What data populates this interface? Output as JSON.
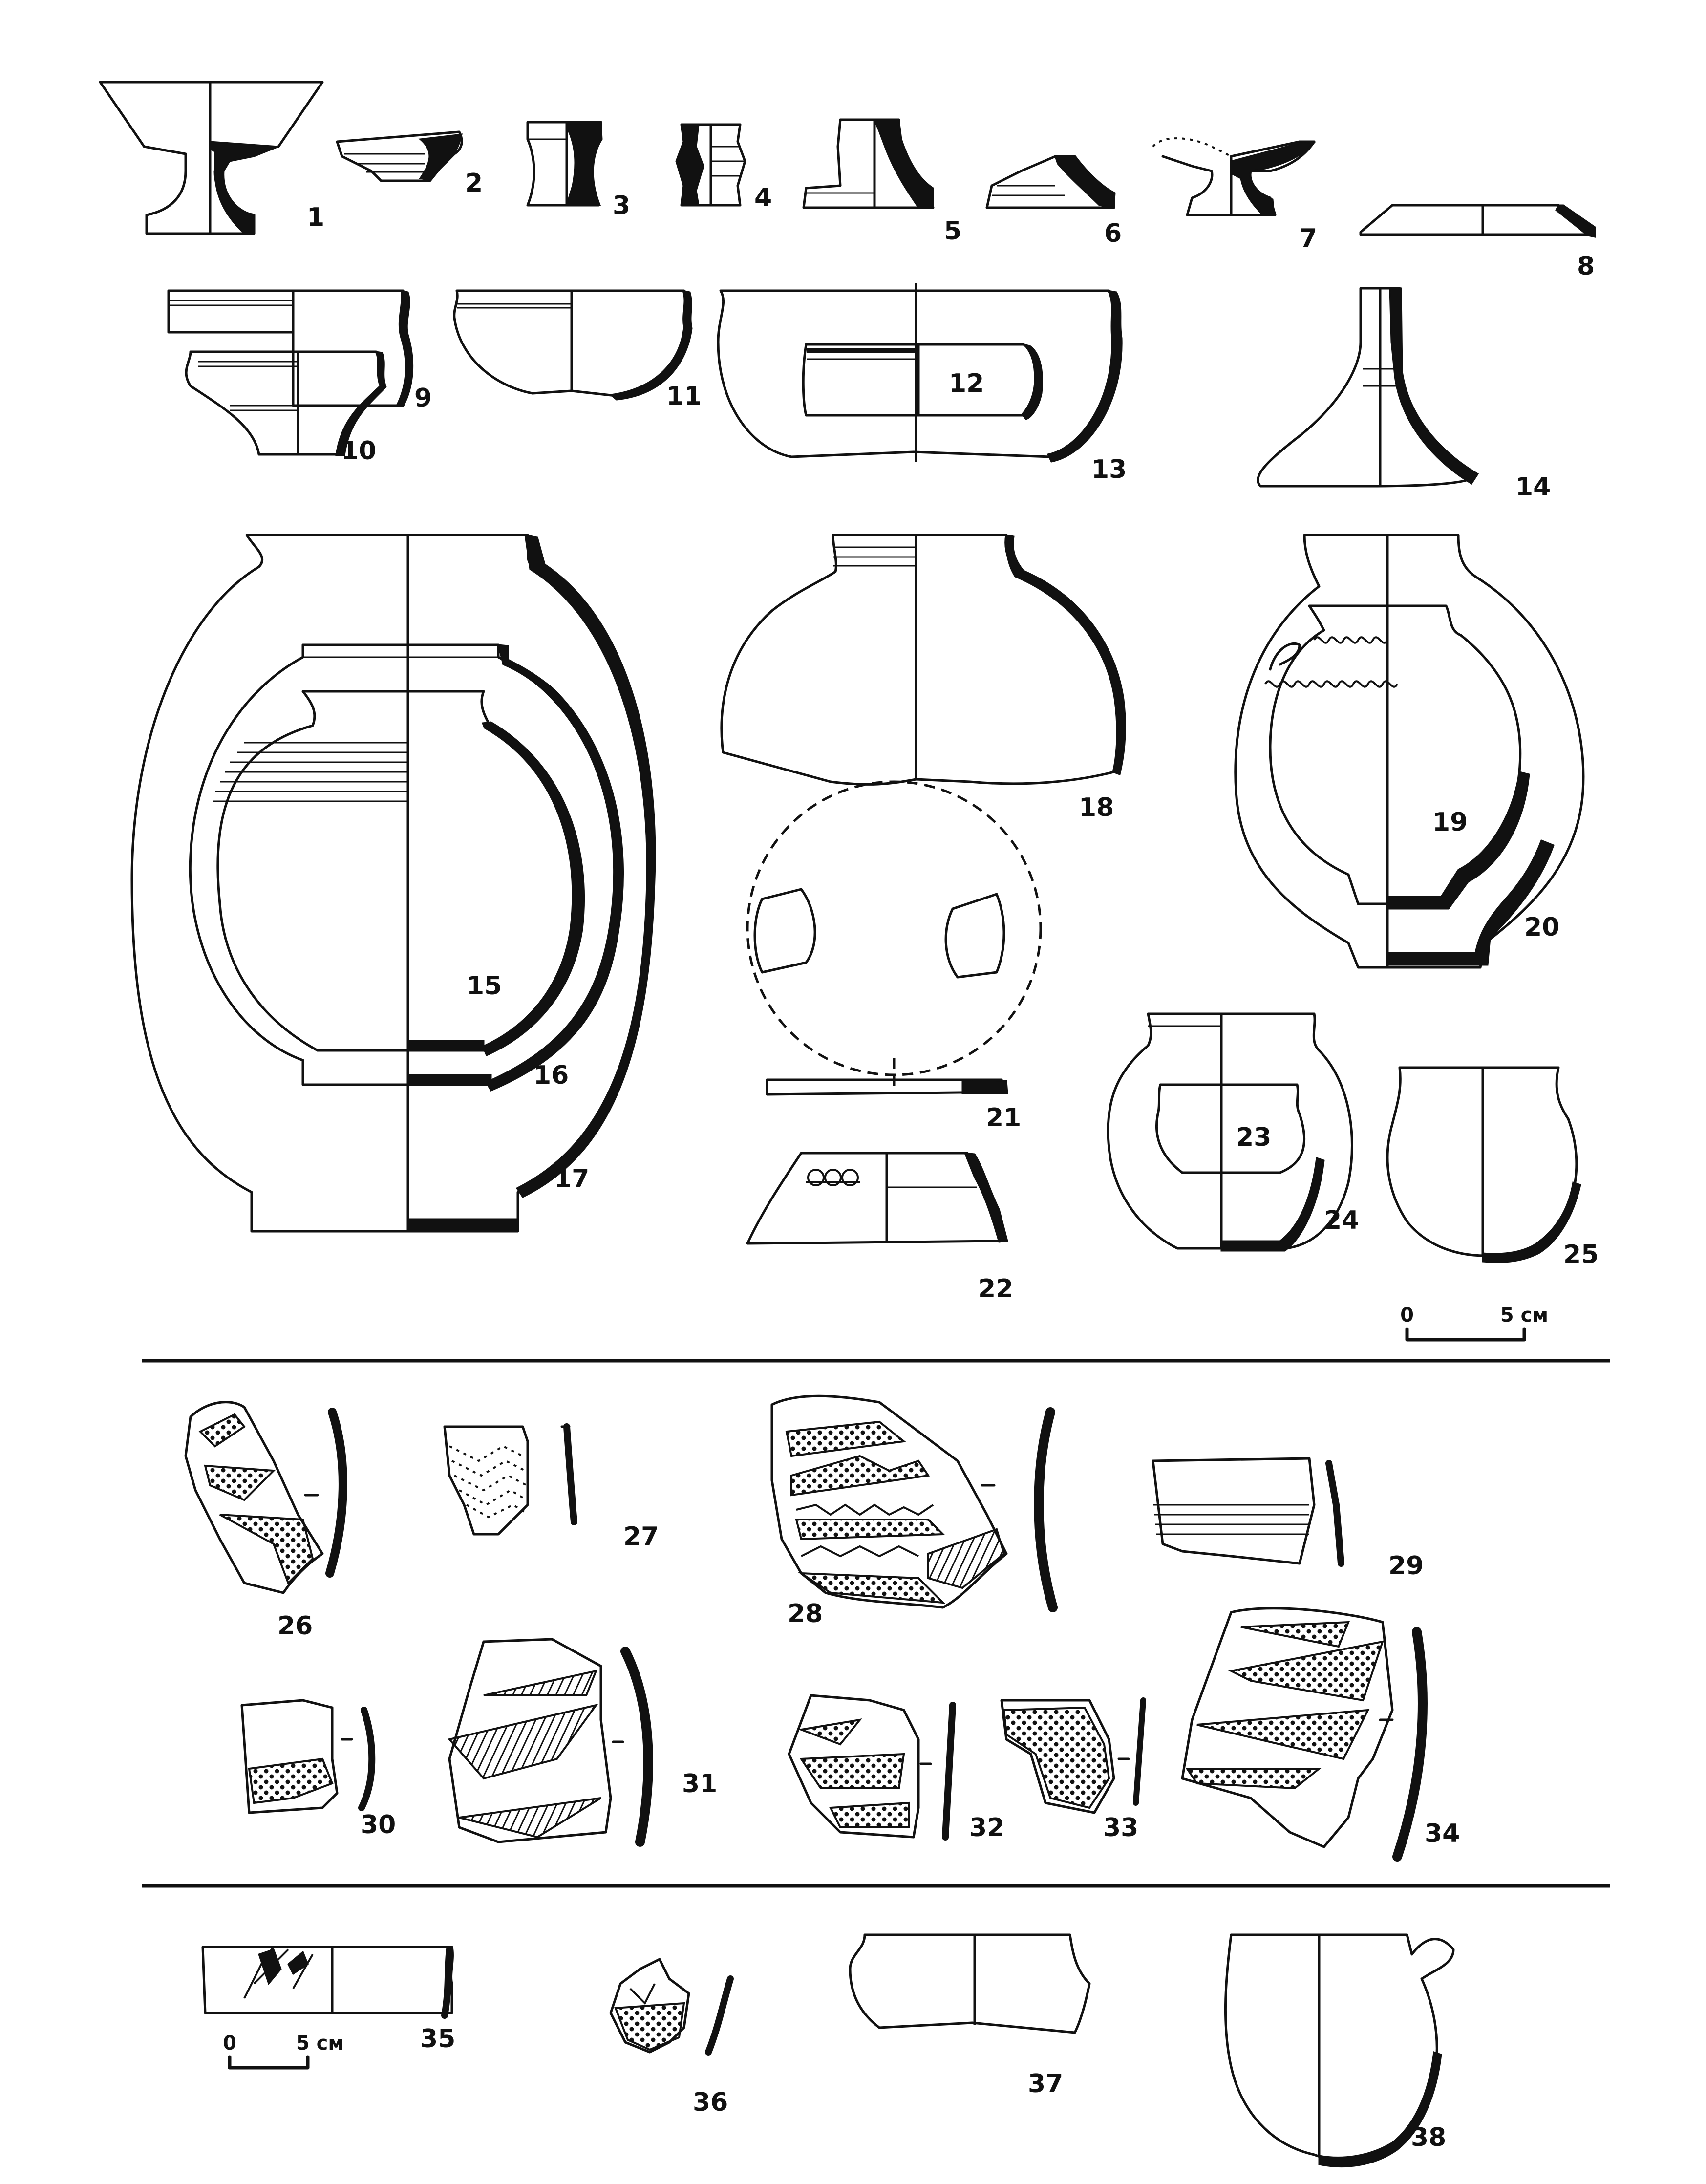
{
  "figure": {
    "labels": [
      "1",
      "2",
      "3",
      "4",
      "5",
      "6",
      "7",
      "8",
      "9",
      "10",
      "11",
      "12",
      "13",
      "14",
      "15",
      "16",
      "17",
      "18",
      "19",
      "20",
      "21",
      "22",
      "23",
      "24",
      "25",
      "26",
      "27",
      "28",
      "29",
      "30",
      "31",
      "32",
      "33",
      "34",
      "35",
      "36",
      "37",
      "38"
    ],
    "scale_upper": {
      "zero": "0",
      "five": "5 см"
    },
    "scale_lower": {
      "zero": "0",
      "five": "5 см"
    }
  }
}
